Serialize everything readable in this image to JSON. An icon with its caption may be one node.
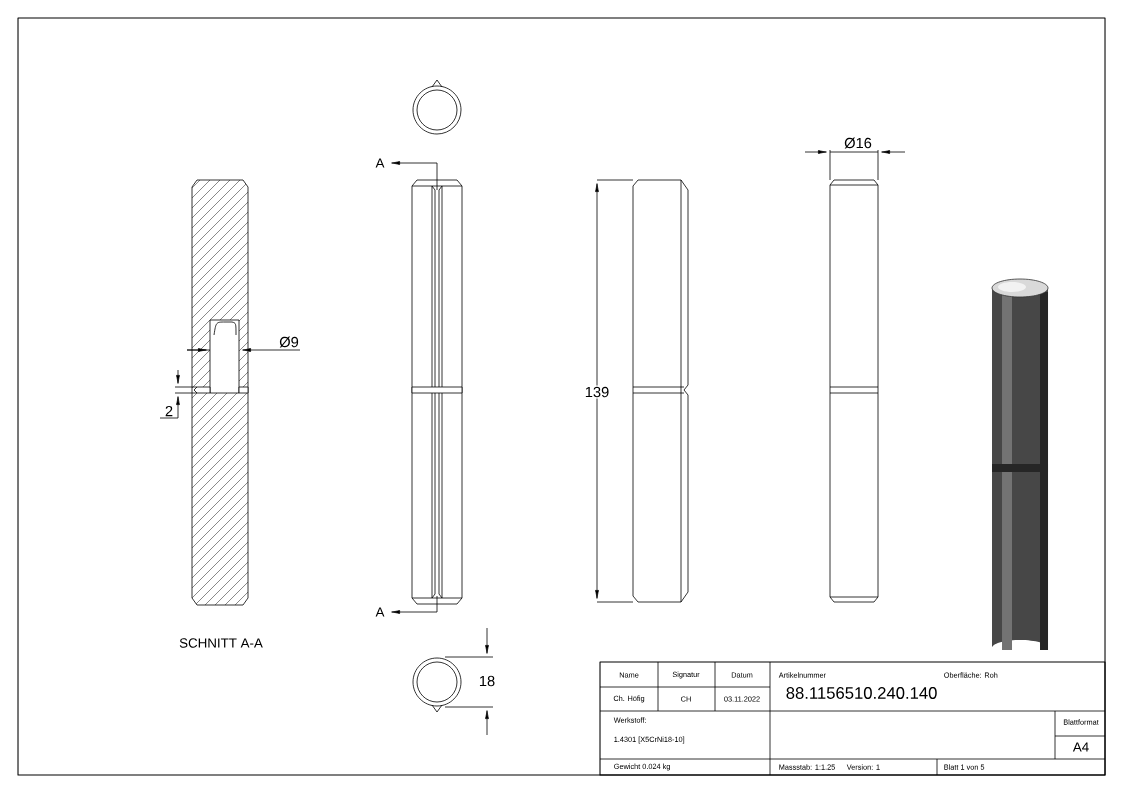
{
  "diagram": {
    "labels": [
      "A",
      "Ø16",
      "Ø9",
      "2",
      "139",
      "A",
      "SCHNITT A-A",
      "18",
      "Name",
      "Signatur",
      "Datum",
      "Artikelnummer",
      "Oberfläche:  Roh",
      "Ch. Höfig",
      "CH",
      "03.11.2022",
      "88.1156510.240.140",
      "Werkstoff:",
      "1.4301 [X5CrNi18-10]",
      "Blattformat",
      "A4",
      "Gewicht 0.024 kg",
      "Massstab: 1:1.25",
      "Version: 1",
      "Blatt 1 von 5"
    ]
  }
}
